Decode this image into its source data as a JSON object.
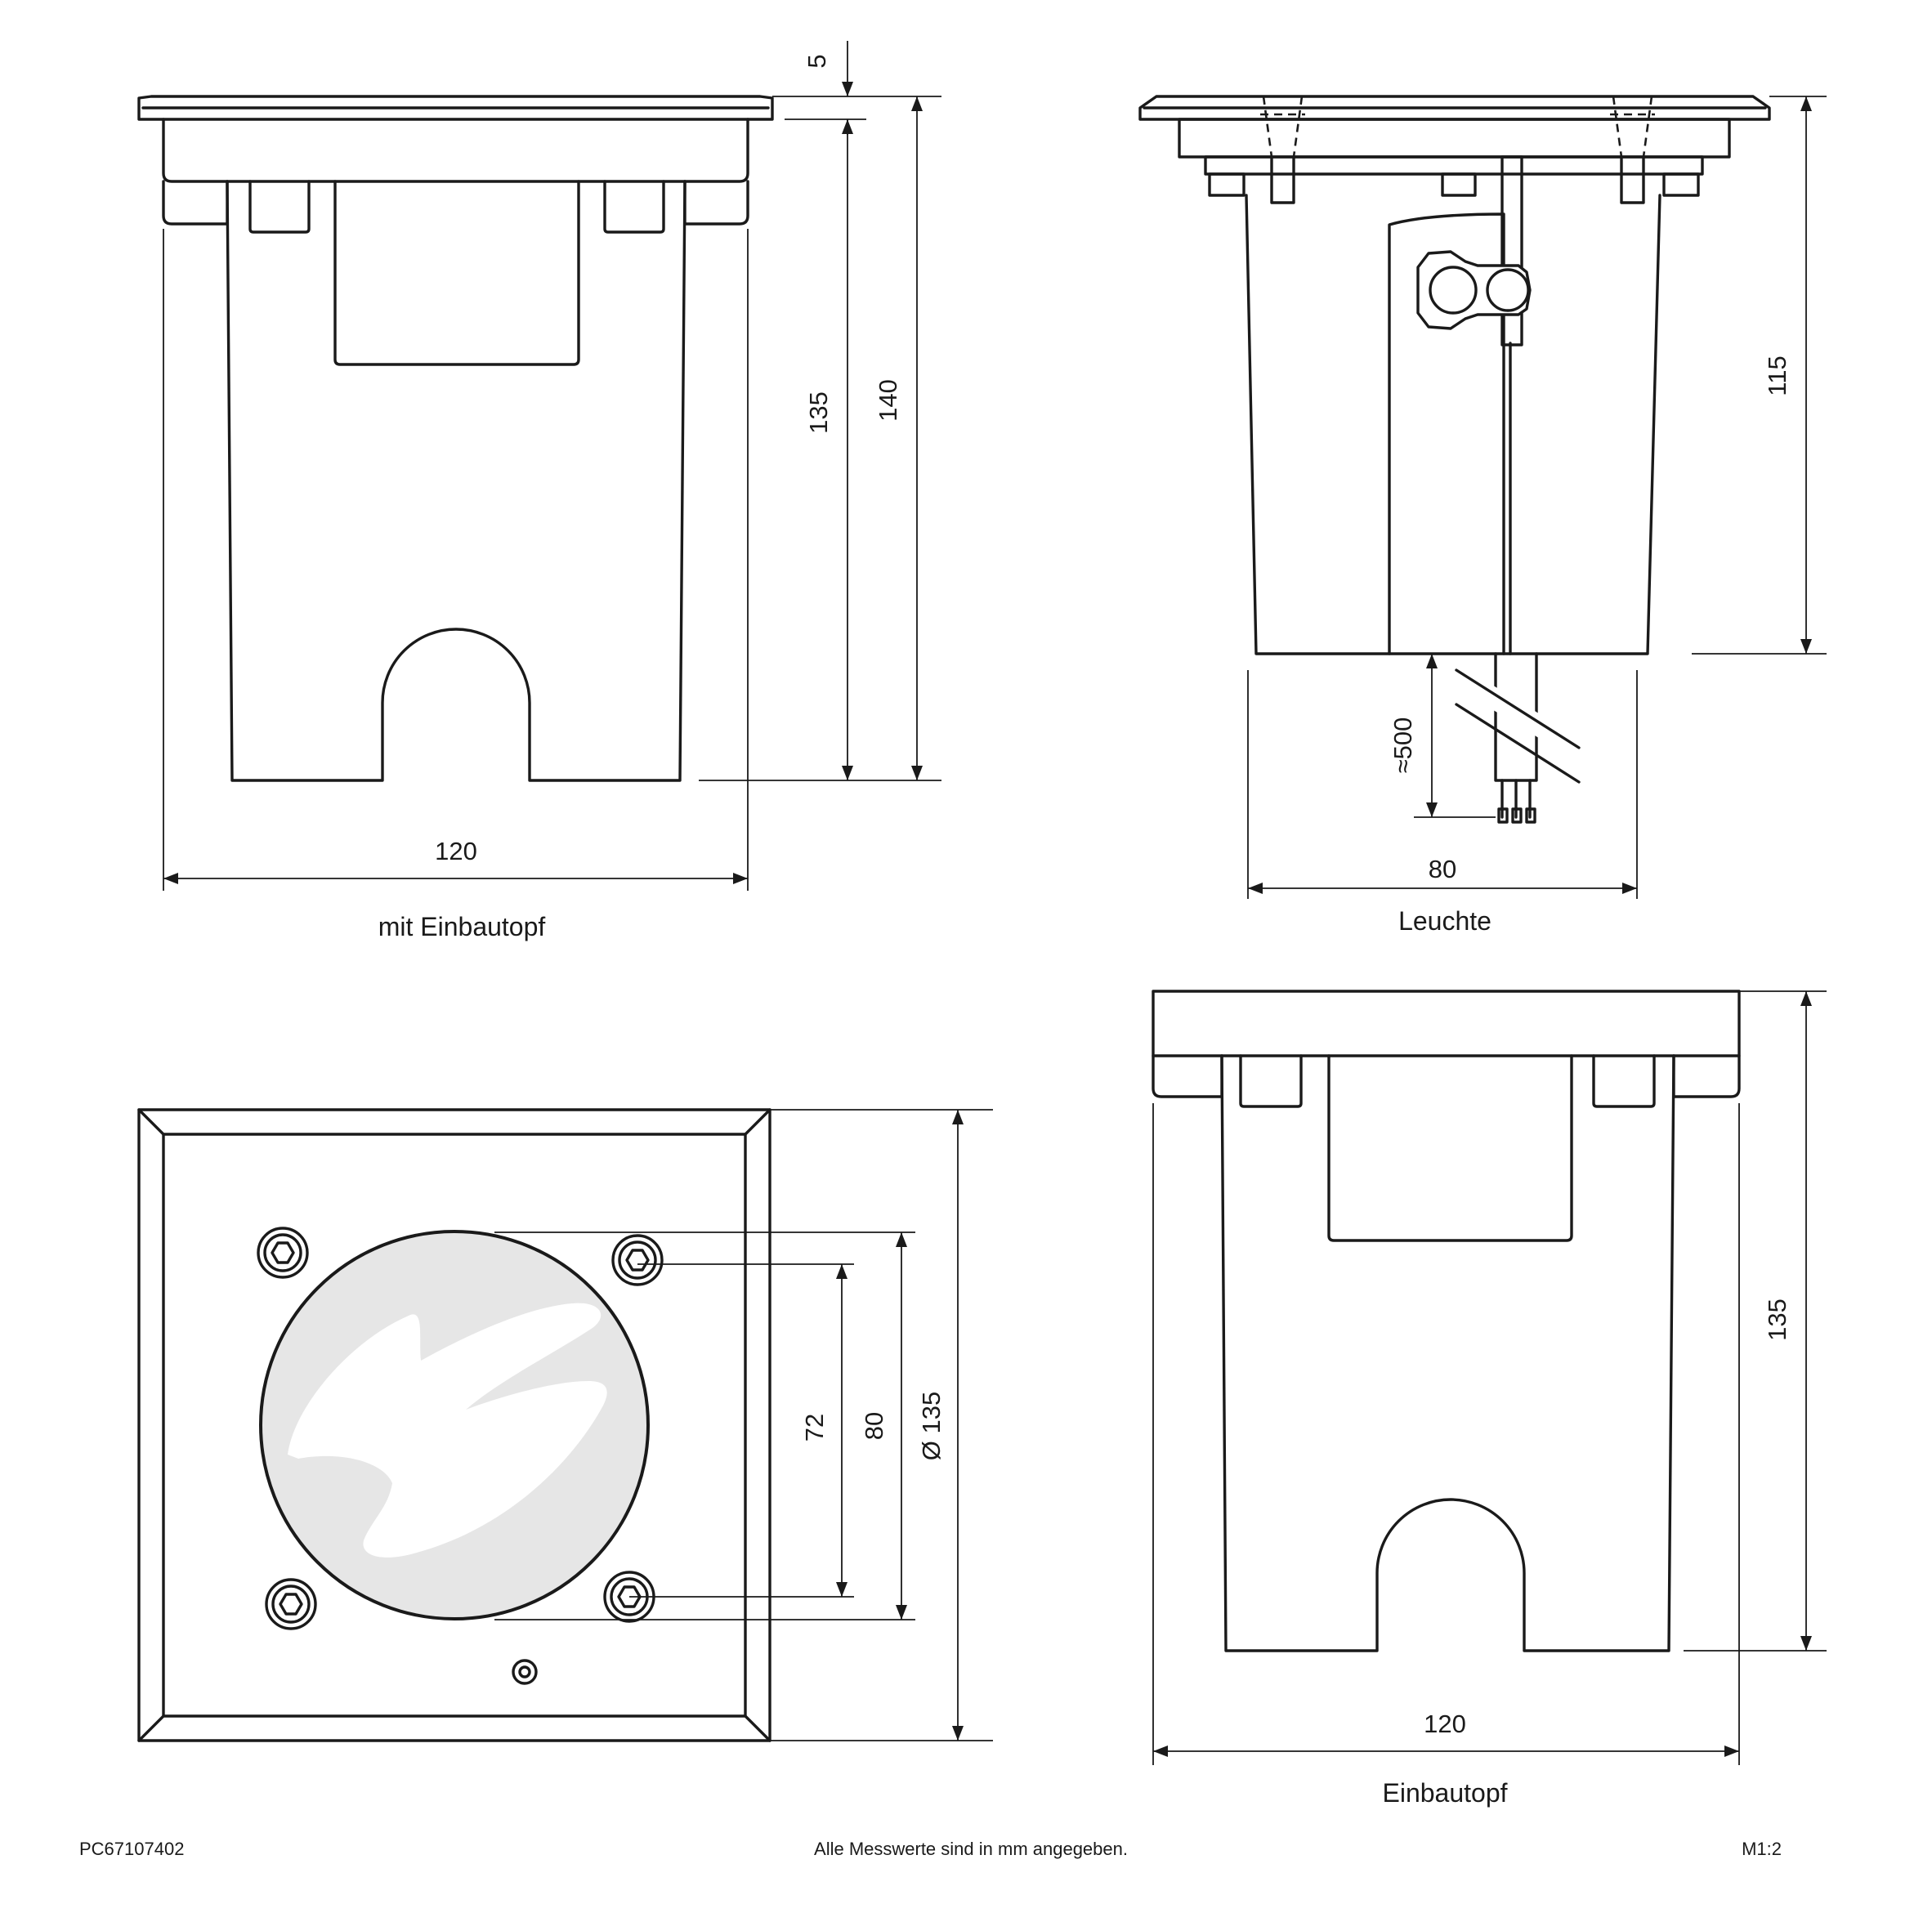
{
  "views": {
    "front_with_pot": {
      "caption": "mit Einbautopf",
      "dim_top": "5",
      "dim_height_inner": "135",
      "dim_height_total": "140",
      "dim_width": "120"
    },
    "luminaire": {
      "caption": "Leuchte",
      "dim_height": "115",
      "dim_cable": "≈500",
      "dim_width": "80"
    },
    "top_view": {
      "dim_inner": "72",
      "dim_mid": "80",
      "dim_outer": "Ø 135"
    },
    "pot": {
      "caption": "Einbautopf",
      "dim_height": "135",
      "dim_width": "120"
    }
  },
  "footer": {
    "article_number": "PC67107402",
    "note": "Alle Messwerte sind in mm angegeben.",
    "scale": "M1:2"
  }
}
